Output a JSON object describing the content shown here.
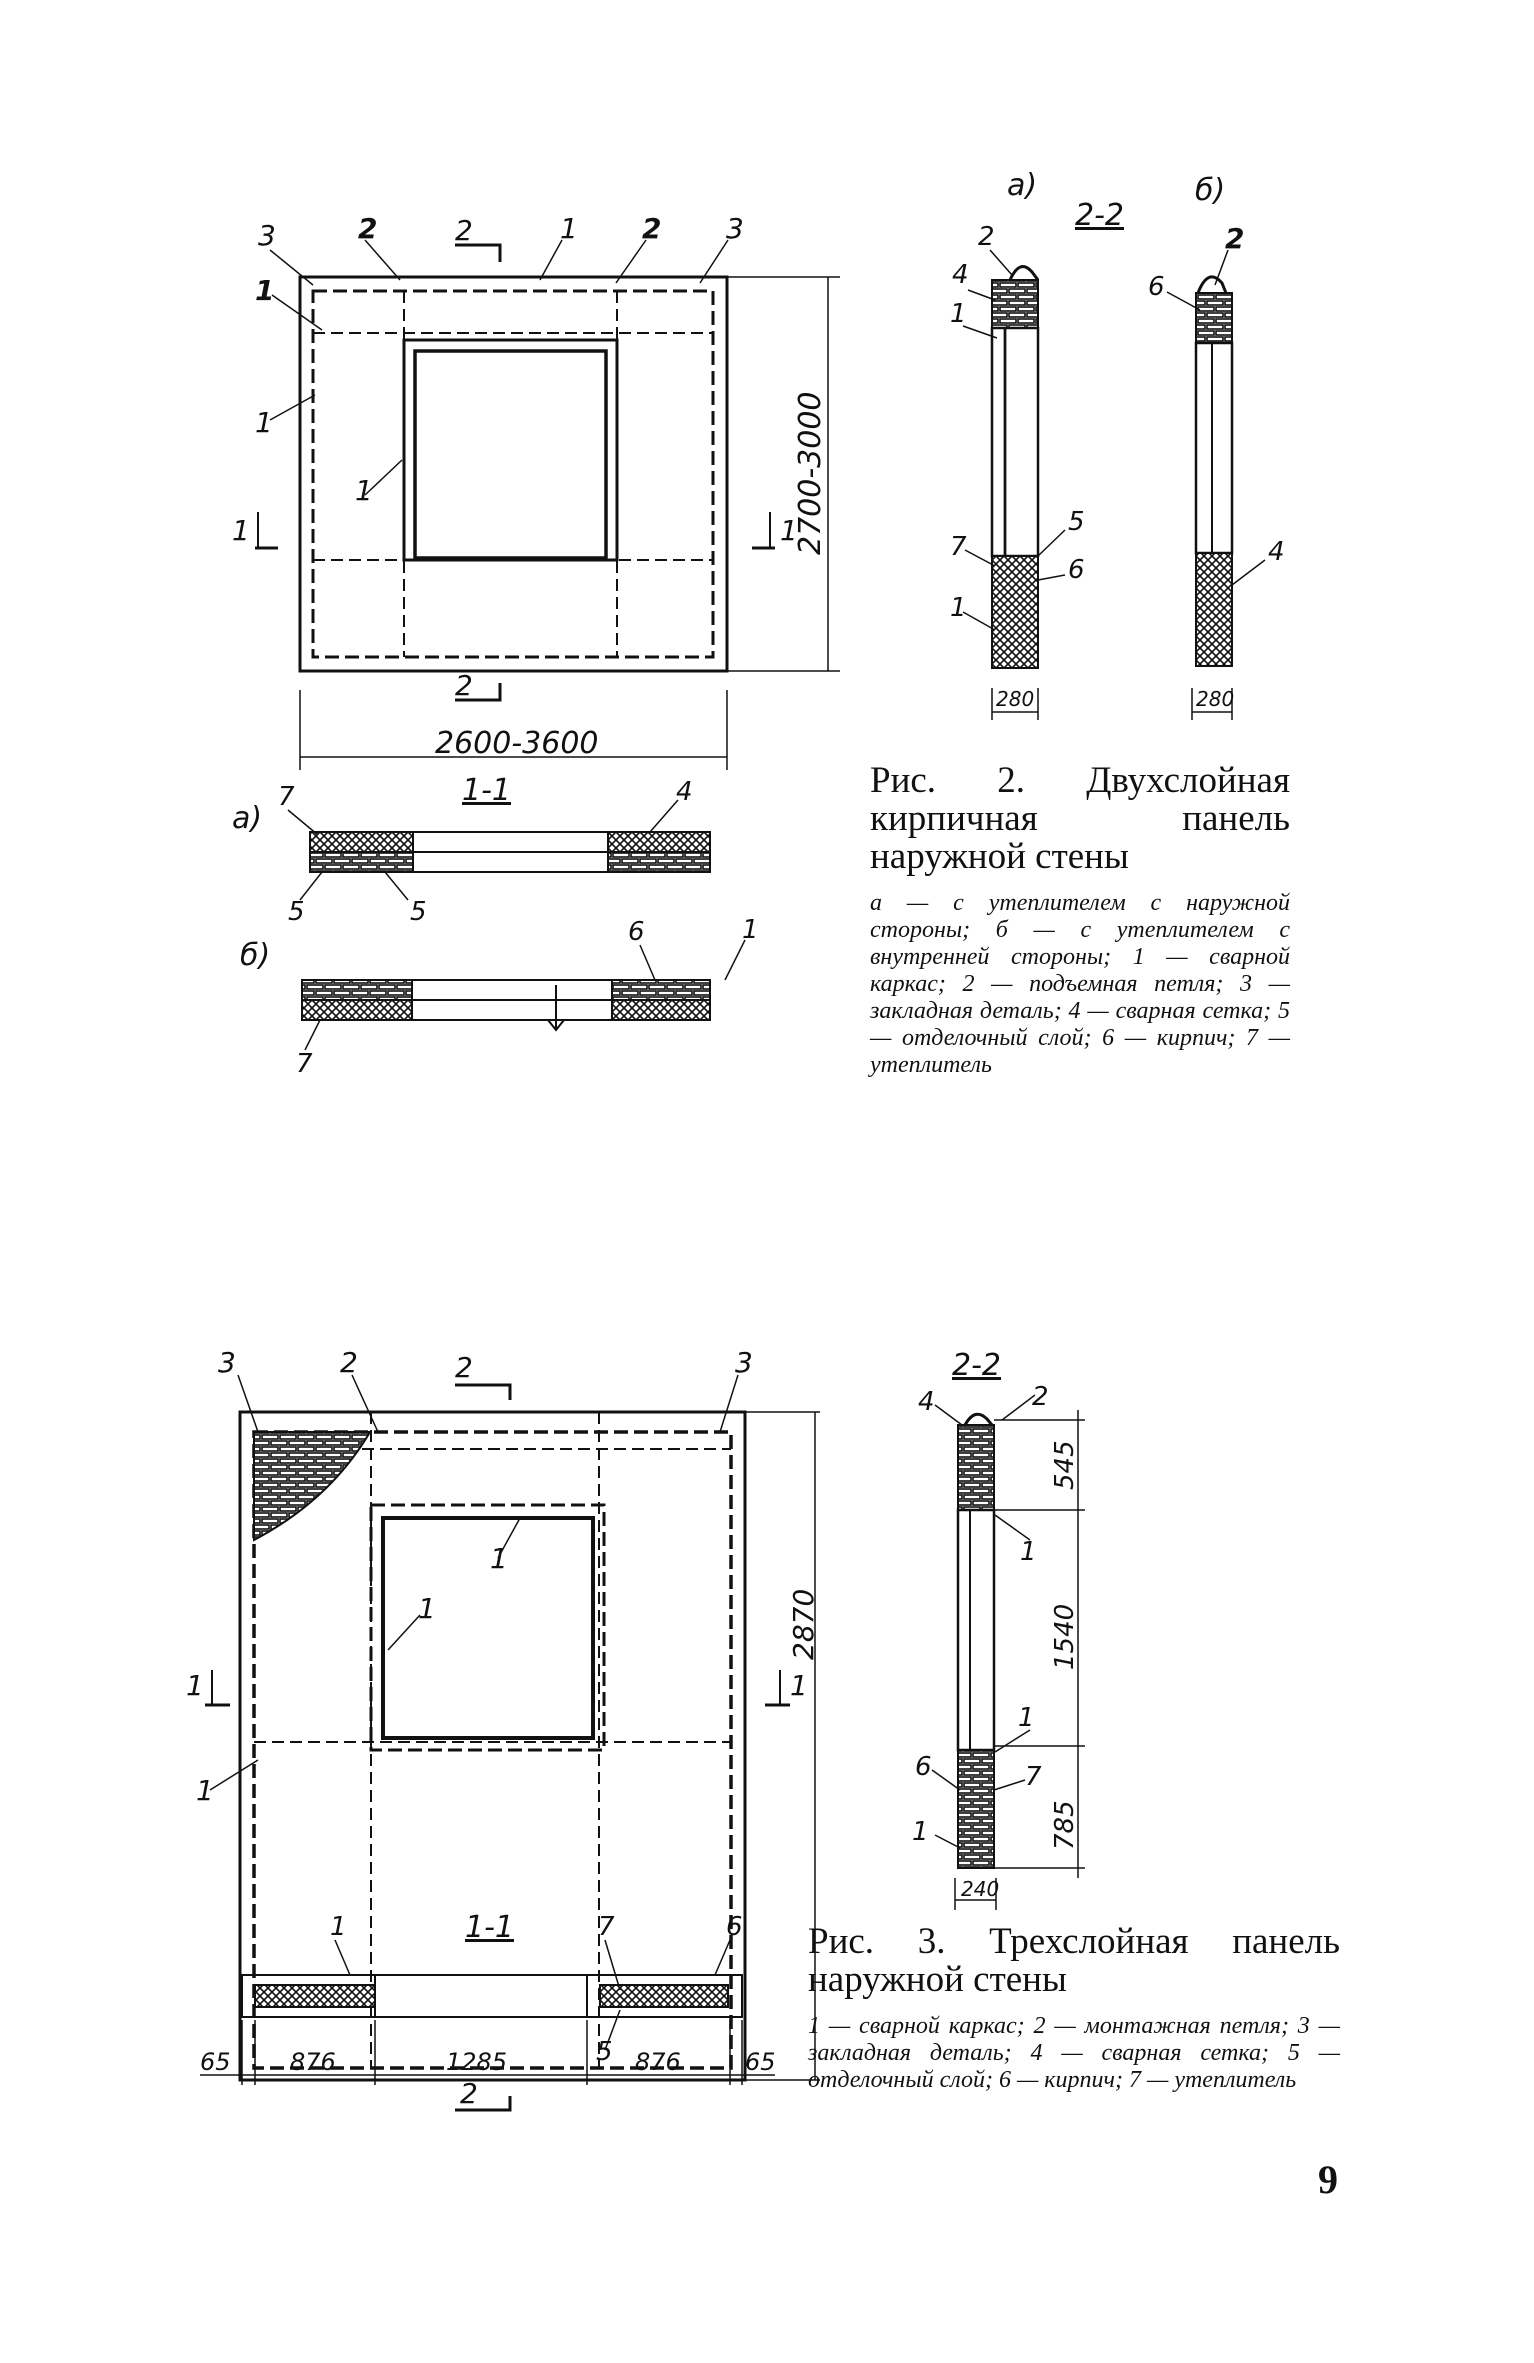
{
  "fig2": {
    "title": "Рис. 2. Двухслойная кирпичная панель наружной стены",
    "legend": "а — с утеплителем с наружной стороны; б — с утеплителем с внутренней стороны; 1 — сварной каркас; 2 — подъемная петля; 3 — закладная деталь; 4 — сварная сетка; 5 — отделочный слой; 6 — кирпич; 7 — утеплитель",
    "dims": {
      "height": "2700-3000",
      "width": "2600-3600",
      "thick_a": "280",
      "thick_b": "280"
    },
    "section_labels": {
      "s22": "2-2",
      "s11": "1-1",
      "a": "а)",
      "b": "б)",
      "a_lower": "а)",
      "b_lower": "б)"
    },
    "cut_marks": {
      "top": "2",
      "bottom": "2",
      "left": "1",
      "right": "1"
    },
    "callouts": {
      "plan": [
        "3",
        "2",
        "1",
        "2",
        "3",
        "1",
        "1",
        "1"
      ],
      "sec_a": [
        "2",
        "4",
        "1",
        "7",
        "5",
        "6",
        "1"
      ],
      "sec_b": [
        "2",
        "6",
        "4"
      ],
      "sec11_a": [
        "7",
        "4",
        "5",
        "5"
      ],
      "sec11_b": [
        "6",
        "1",
        "7"
      ]
    }
  },
  "fig3": {
    "title": "Рис. 3. Трехслойная панель наружной стены",
    "legend": "1 — сварной каркас; 2 — монтажная петля; 3 — закладная деталь; 4 — сварная сетка; 5 — отделочный слой; 6 — кирпич; 7 — утеплитель",
    "dims": {
      "height": "2870",
      "d545": "545",
      "d1540": "1540",
      "d785": "785",
      "thick": "240",
      "b65a": "65",
      "b876a": "876",
      "b1285": "1285",
      "b876b": "876",
      "b65b": "65"
    },
    "section_labels": {
      "s22": "2-2",
      "s11": "1-1"
    },
    "cut_marks": {
      "top": "2",
      "bottom": "2",
      "left": "1",
      "right": "1"
    },
    "callouts": {
      "plan": [
        "3",
        "2",
        "3",
        "1",
        "1",
        "1"
      ],
      "sec22": [
        "4",
        "2",
        "1",
        "1",
        "6",
        "7",
        "1"
      ],
      "sec11": [
        "1",
        "7",
        "6",
        "5"
      ]
    }
  },
  "page_number": "9"
}
